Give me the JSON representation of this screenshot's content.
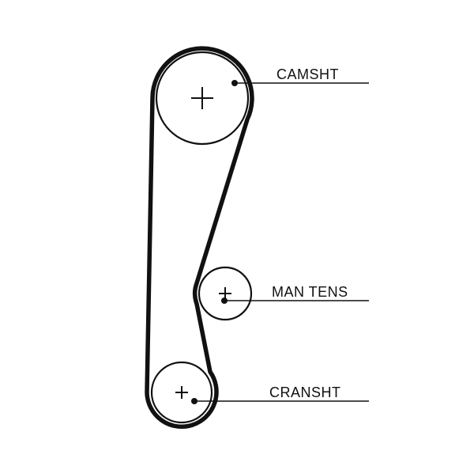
{
  "labels": {
    "camshaft": "CAMSHT",
    "tensioner": "MAN TENS",
    "crankshaft": "CRANSHT"
  },
  "colors": {
    "line": "#111111",
    "background": "#ffffff"
  }
}
